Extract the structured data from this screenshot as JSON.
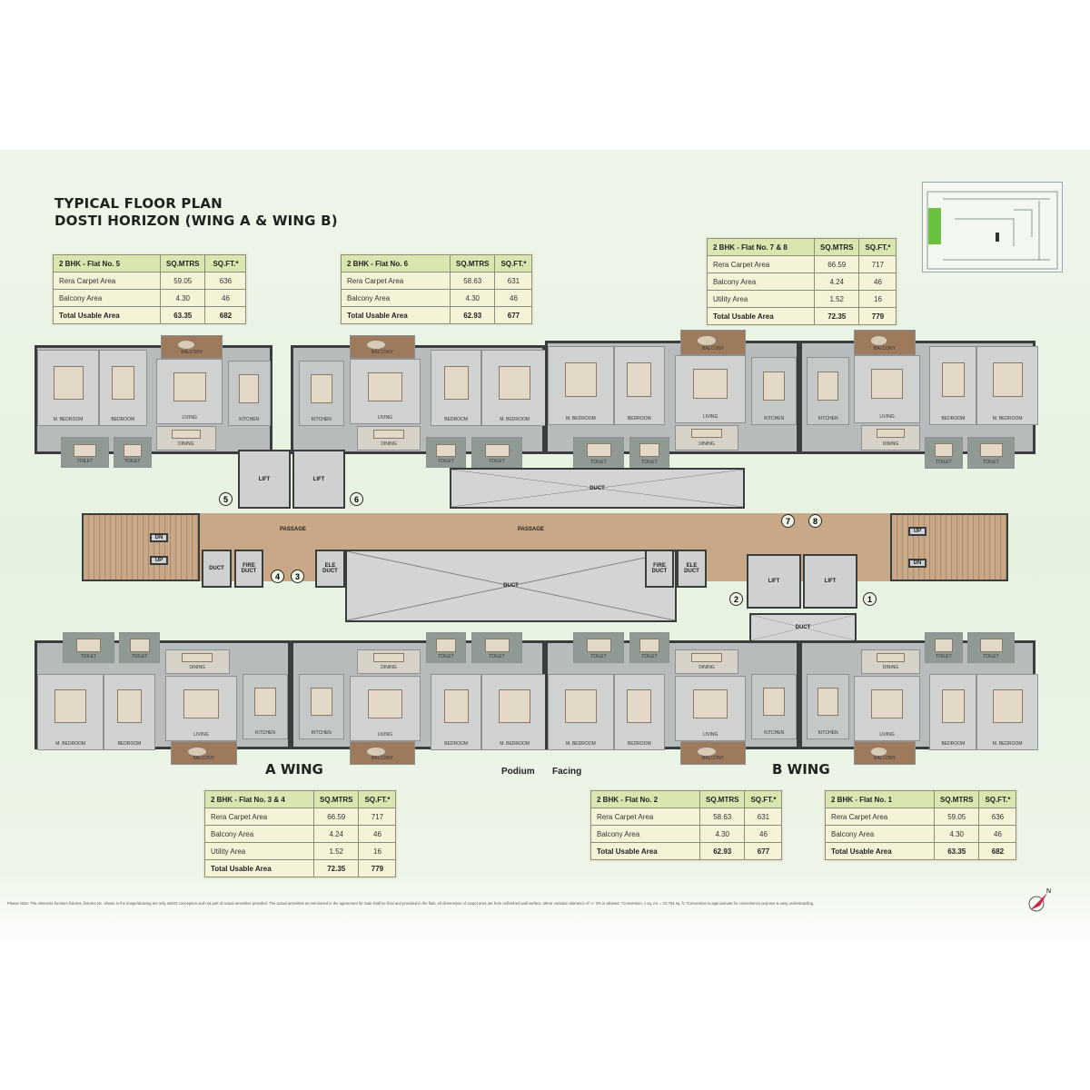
{
  "title": {
    "line1": "TYPICAL FLOOR PLAN",
    "line2": "DOSTI HORIZON (WING A & WING B)"
  },
  "tables": [
    {
      "rows": [
        [
          "2 BHK - Flat No. 5",
          "SQ.MTRS",
          "SQ.FT.*"
        ],
        [
          "Rera Carpet Area",
          "59.05",
          "636"
        ],
        [
          "Balcony Area",
          "4.30",
          "46"
        ],
        [
          "Total Usable Area",
          "63.35",
          "682"
        ]
      ]
    },
    {
      "rows": [
        [
          "2 BHK - Flat No. 6",
          "SQ.MTRS",
          "SQ.FT.*"
        ],
        [
          "Rera Carpet Area",
          "58.63",
          "631"
        ],
        [
          "Balcony Area",
          "4.30",
          "46"
        ],
        [
          "Total Usable Area",
          "62.93",
          "677"
        ]
      ]
    },
    {
      "rows": [
        [
          "2 BHK - Flat No. 7 & 8",
          "SQ.MTRS",
          "SQ.FT.*"
        ],
        [
          "Rera Carpet Area",
          "66.59",
          "717"
        ],
        [
          "Balcony Area",
          "4.24",
          "46"
        ],
        [
          "Utility Area",
          "1.52",
          "16"
        ],
        [
          "Total Usable Area",
          "72.35",
          "779"
        ]
      ]
    },
    {
      "rows": [
        [
          "2 BHK - Flat No. 3 & 4",
          "SQ.MTRS",
          "SQ.FT.*"
        ],
        [
          "Rera Carpet Area",
          "66.59",
          "717"
        ],
        [
          "Balcony Area",
          "4.24",
          "46"
        ],
        [
          "Utility Area",
          "1.52",
          "16"
        ],
        [
          "Total Usable Area",
          "72.35",
          "779"
        ]
      ]
    },
    {
      "rows": [
        [
          "2 BHK - Flat No. 2",
          "SQ.MTRS",
          "SQ.FT.*"
        ],
        [
          "Rera Carpet Area",
          "58.63",
          "631"
        ],
        [
          "Balcony Area",
          "4.30",
          "46"
        ],
        [
          "Total Usable Area",
          "62.93",
          "677"
        ]
      ]
    },
    {
      "rows": [
        [
          "2 BHK - Flat No. 1",
          "SQ.MTRS",
          "SQ.FT.*"
        ],
        [
          "Rera Carpet Area",
          "59.05",
          "636"
        ],
        [
          "Balcony Area",
          "4.30",
          "46"
        ],
        [
          "Total Usable Area",
          "63.35",
          "682"
        ]
      ]
    }
  ],
  "rooms": {
    "m_bedroom": "M. BEDROOM",
    "bedroom": "BEDROOM",
    "living": "LIVING",
    "kitchen": "KITCHEN",
    "balcony": "BALCONY",
    "toilet": "TOILET",
    "dining": "DINING"
  },
  "core": {
    "lift": "LIFT",
    "duct": "DUCT",
    "fire_duct": "FIRE DUCT",
    "ele_duct": "ELE DUCT",
    "passage": "PASSAGE",
    "up": "UP",
    "dn": "DN"
  },
  "flat_numbers": [
    "1",
    "2",
    "3",
    "4",
    "5",
    "6",
    "7",
    "8"
  ],
  "wings": {
    "a": "A WING",
    "b": "B WING"
  },
  "podium": {
    "word1": "Podium",
    "word2": "Facing"
  },
  "disclaimer": "Please Note: The elements furniture fixtures, fixtures etc. shown in the image/drawing are only artist's conception and not part of actual amenities provided. The actual amenities as mentioned in the agreement for Sale shall be final and provided in the flats. All dimensions of carpet area are from unfinished wall surface. Minor variation tolerance of +/- 3% is allowed. *Conversion: 1 sq. mt. = 10.764 sq. ft. *Conversion is approximate for convenience purpose & easy understanding.",
  "compass": {
    "north": "N"
  },
  "colors": {
    "background": "#e8f3e2",
    "table_header": "#d9e6b0",
    "passage": "#c8a887",
    "balcony": "#9e7a5c"
  }
}
